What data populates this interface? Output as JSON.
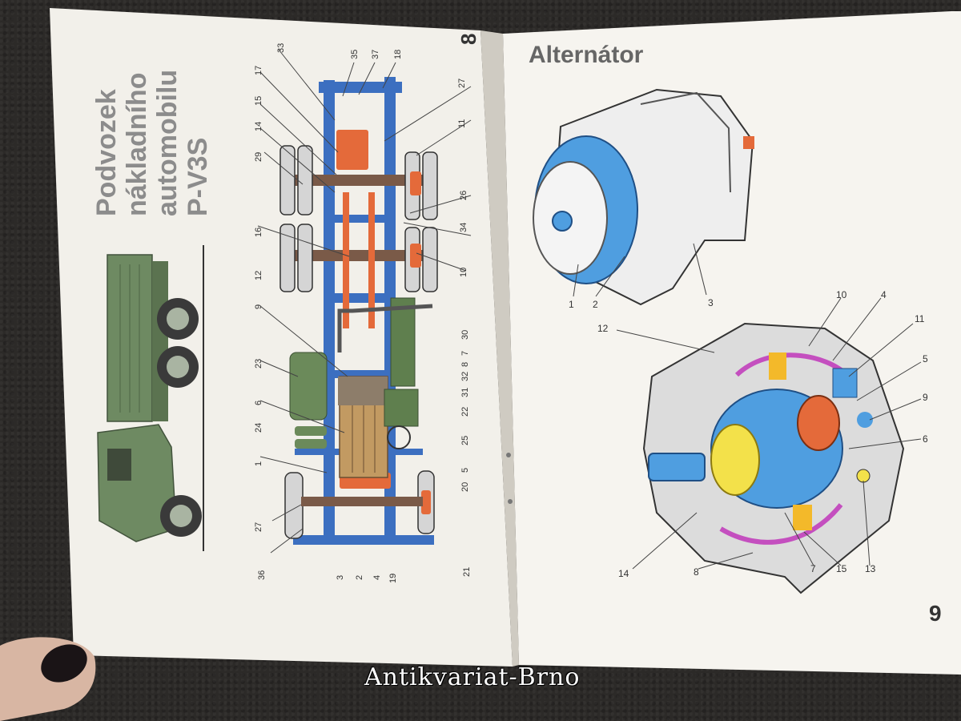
{
  "left_page": {
    "title_lines": [
      "Podvozek",
      "nákladního",
      "automobilu",
      "P-V3S"
    ],
    "page_number": "8",
    "callouts_top": [
      "33",
      "35",
      "37",
      "18"
    ],
    "callouts_left": [
      "17",
      "15",
      "14",
      "29",
      "16",
      "12",
      "9",
      "23",
      "6",
      "24",
      "1",
      "27",
      "36"
    ],
    "callouts_right": [
      "27",
      "11",
      "26",
      "34",
      "10",
      "30",
      "7",
      "8",
      "32",
      "31",
      "22",
      "25",
      "5",
      "20",
      "21"
    ],
    "callouts_bottom": [
      "3",
      "2",
      "4",
      "19"
    ]
  },
  "right_page": {
    "title": "Alternátor",
    "page_number": "9",
    "callouts": [
      "1",
      "2",
      "3",
      "10",
      "4",
      "12",
      "11",
      "5",
      "9",
      "6",
      "14",
      "8",
      "7",
      "15",
      "13"
    ]
  },
  "watermark": "Antikvariat-Brno",
  "colors": {
    "frame_blue": "#3c6fc0",
    "part_orange": "#e46a3a",
    "truck_green": "#6e8a62",
    "alt_blue": "#4f9ee0",
    "alt_yellow": "#f3e14a",
    "alt_magenta": "#c44fbf",
    "paper": "#f1efe9"
  }
}
